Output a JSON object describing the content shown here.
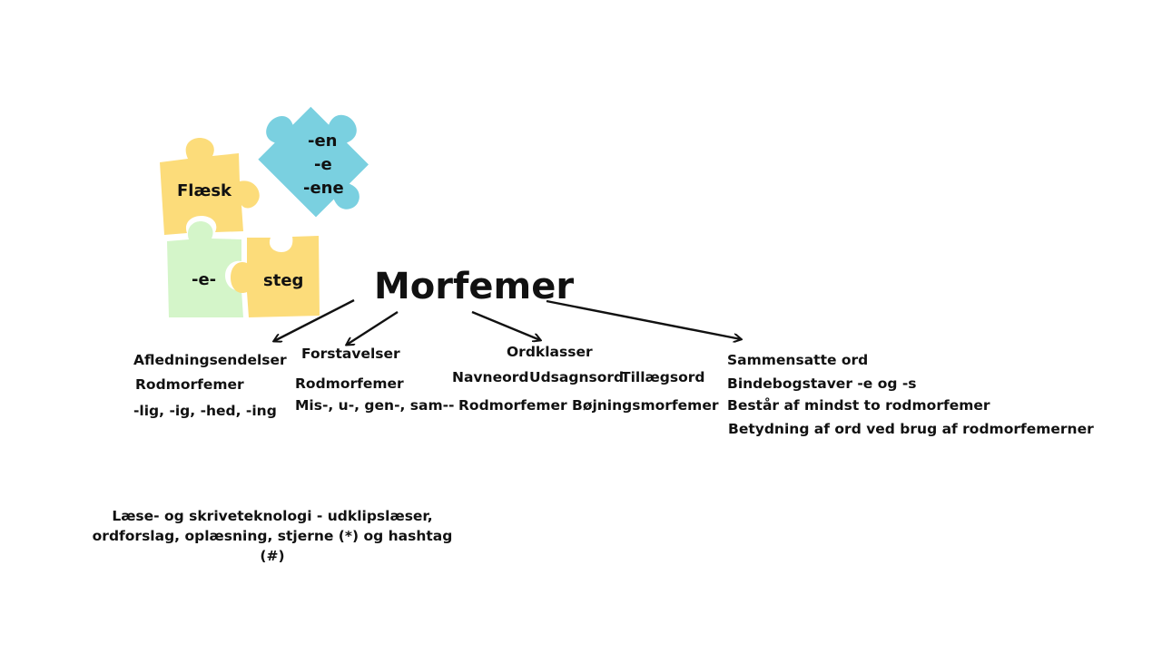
{
  "title": "Morfemer",
  "puzzle": {
    "piece_flaesk": "Flæsk",
    "piece_suffix_lines": [
      "-en",
      "-e",
      "-ene"
    ],
    "piece_binder": "-e-",
    "piece_steg": "steg",
    "colors": {
      "yellow": "#fcdc7a",
      "blue": "#7ad0e0",
      "green": "#d4f5c9"
    }
  },
  "branches": {
    "afledning": {
      "heading": "Afledningsendelser",
      "lines": [
        "Rodmorfemer",
        "-lig, -ig, -hed, -ing"
      ]
    },
    "forstavelser": {
      "heading": "Forstavelser",
      "lines": [
        "Rodmorfemer",
        "Mis-, u-, gen-, sam--"
      ]
    },
    "ordklasser": {
      "heading": "Ordklasser",
      "word_classes": [
        "Navneord",
        "Udsagnsord",
        "Tillægsord"
      ],
      "morphemes": [
        "Rodmorfemer",
        "Bøjningsmorfemer"
      ]
    },
    "sammensatte": {
      "heading": "Sammensatte ord",
      "lines": [
        "Bindebogstaver -e og -s",
        "Består af mindst to rodmorfemer",
        "Betydning af ord ved brug af rodmorfemerner"
      ]
    }
  },
  "note": "Læse- og skriveteknologi - udklipslæser, ordforslag, oplæsning, stjerne (*) og hashtag (#)"
}
